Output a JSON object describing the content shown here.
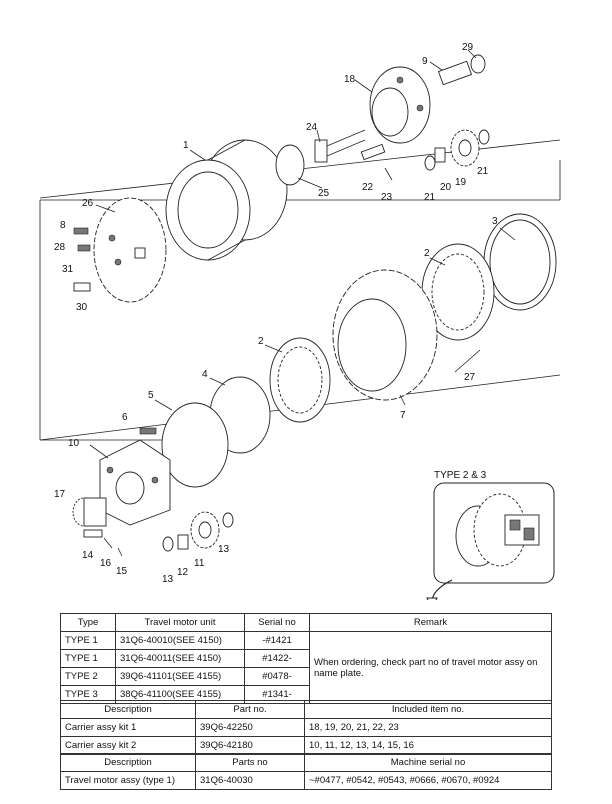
{
  "callouts": {
    "c1": "1",
    "c2a": "2",
    "c2b": "2",
    "c3": "3",
    "c4": "4",
    "c5": "5",
    "c6": "6",
    "c7": "7",
    "c8": "8",
    "c9": "9",
    "c10": "10",
    "c11": "11",
    "c12": "12",
    "c13a": "13",
    "c13b": "13",
    "c14": "14",
    "c15": "15",
    "c16": "16",
    "c17": "17",
    "c18": "18",
    "c19": "19",
    "c20": "20",
    "c21a": "21",
    "c21b": "21",
    "c22": "22",
    "c23": "23",
    "c24": "24",
    "c25": "25",
    "c26": "26",
    "c27": "27",
    "c28": "28",
    "c29": "29",
    "c30": "30",
    "c31": "31"
  },
  "inset": {
    "title": "TYPE 2 & 3"
  },
  "table1": {
    "headers": {
      "type": "Type",
      "unit": "Travel motor unit",
      "serial": "Serial no",
      "remark": "Remark"
    },
    "rows": [
      {
        "type": "TYPE 1",
        "unit": "31Q6-40010(SEE 4150)",
        "serial": "-#1421"
      },
      {
        "type": "TYPE 1",
        "unit": "31Q6-40011(SEE 4150)",
        "serial": "#1422-"
      },
      {
        "type": "TYPE 2",
        "unit": "39Q6-41101(SEE 4155)",
        "serial": "#0478-"
      },
      {
        "type": "TYPE 3",
        "unit": "38Q6-41100(SEE 4155)",
        "serial": "#1341-"
      }
    ],
    "remark": "When ordering, check part no of travel motor assy on name plate."
  },
  "table2": {
    "headers": {
      "desc": "Description",
      "part": "Part no.",
      "items": "Included item no."
    },
    "rows": [
      {
        "desc": "Carrier assy kit 1",
        "part": "39Q6-42250",
        "items": "18, 19, 20, 21, 22, 23"
      },
      {
        "desc": "Carrier assy kit 2",
        "part": "39Q6-42180",
        "items": "10, 11, 12, 13, 14, 15, 16"
      }
    ]
  },
  "table3": {
    "headers": {
      "desc": "Description",
      "part": "Parts no",
      "serial": "Machine serial no"
    },
    "rows": [
      {
        "desc": "Travel motor assy (type 1)",
        "part": "31Q6-40030",
        "serial": "~#0477, #0542, #0543, #0666, #0670, #0924"
      }
    ]
  }
}
